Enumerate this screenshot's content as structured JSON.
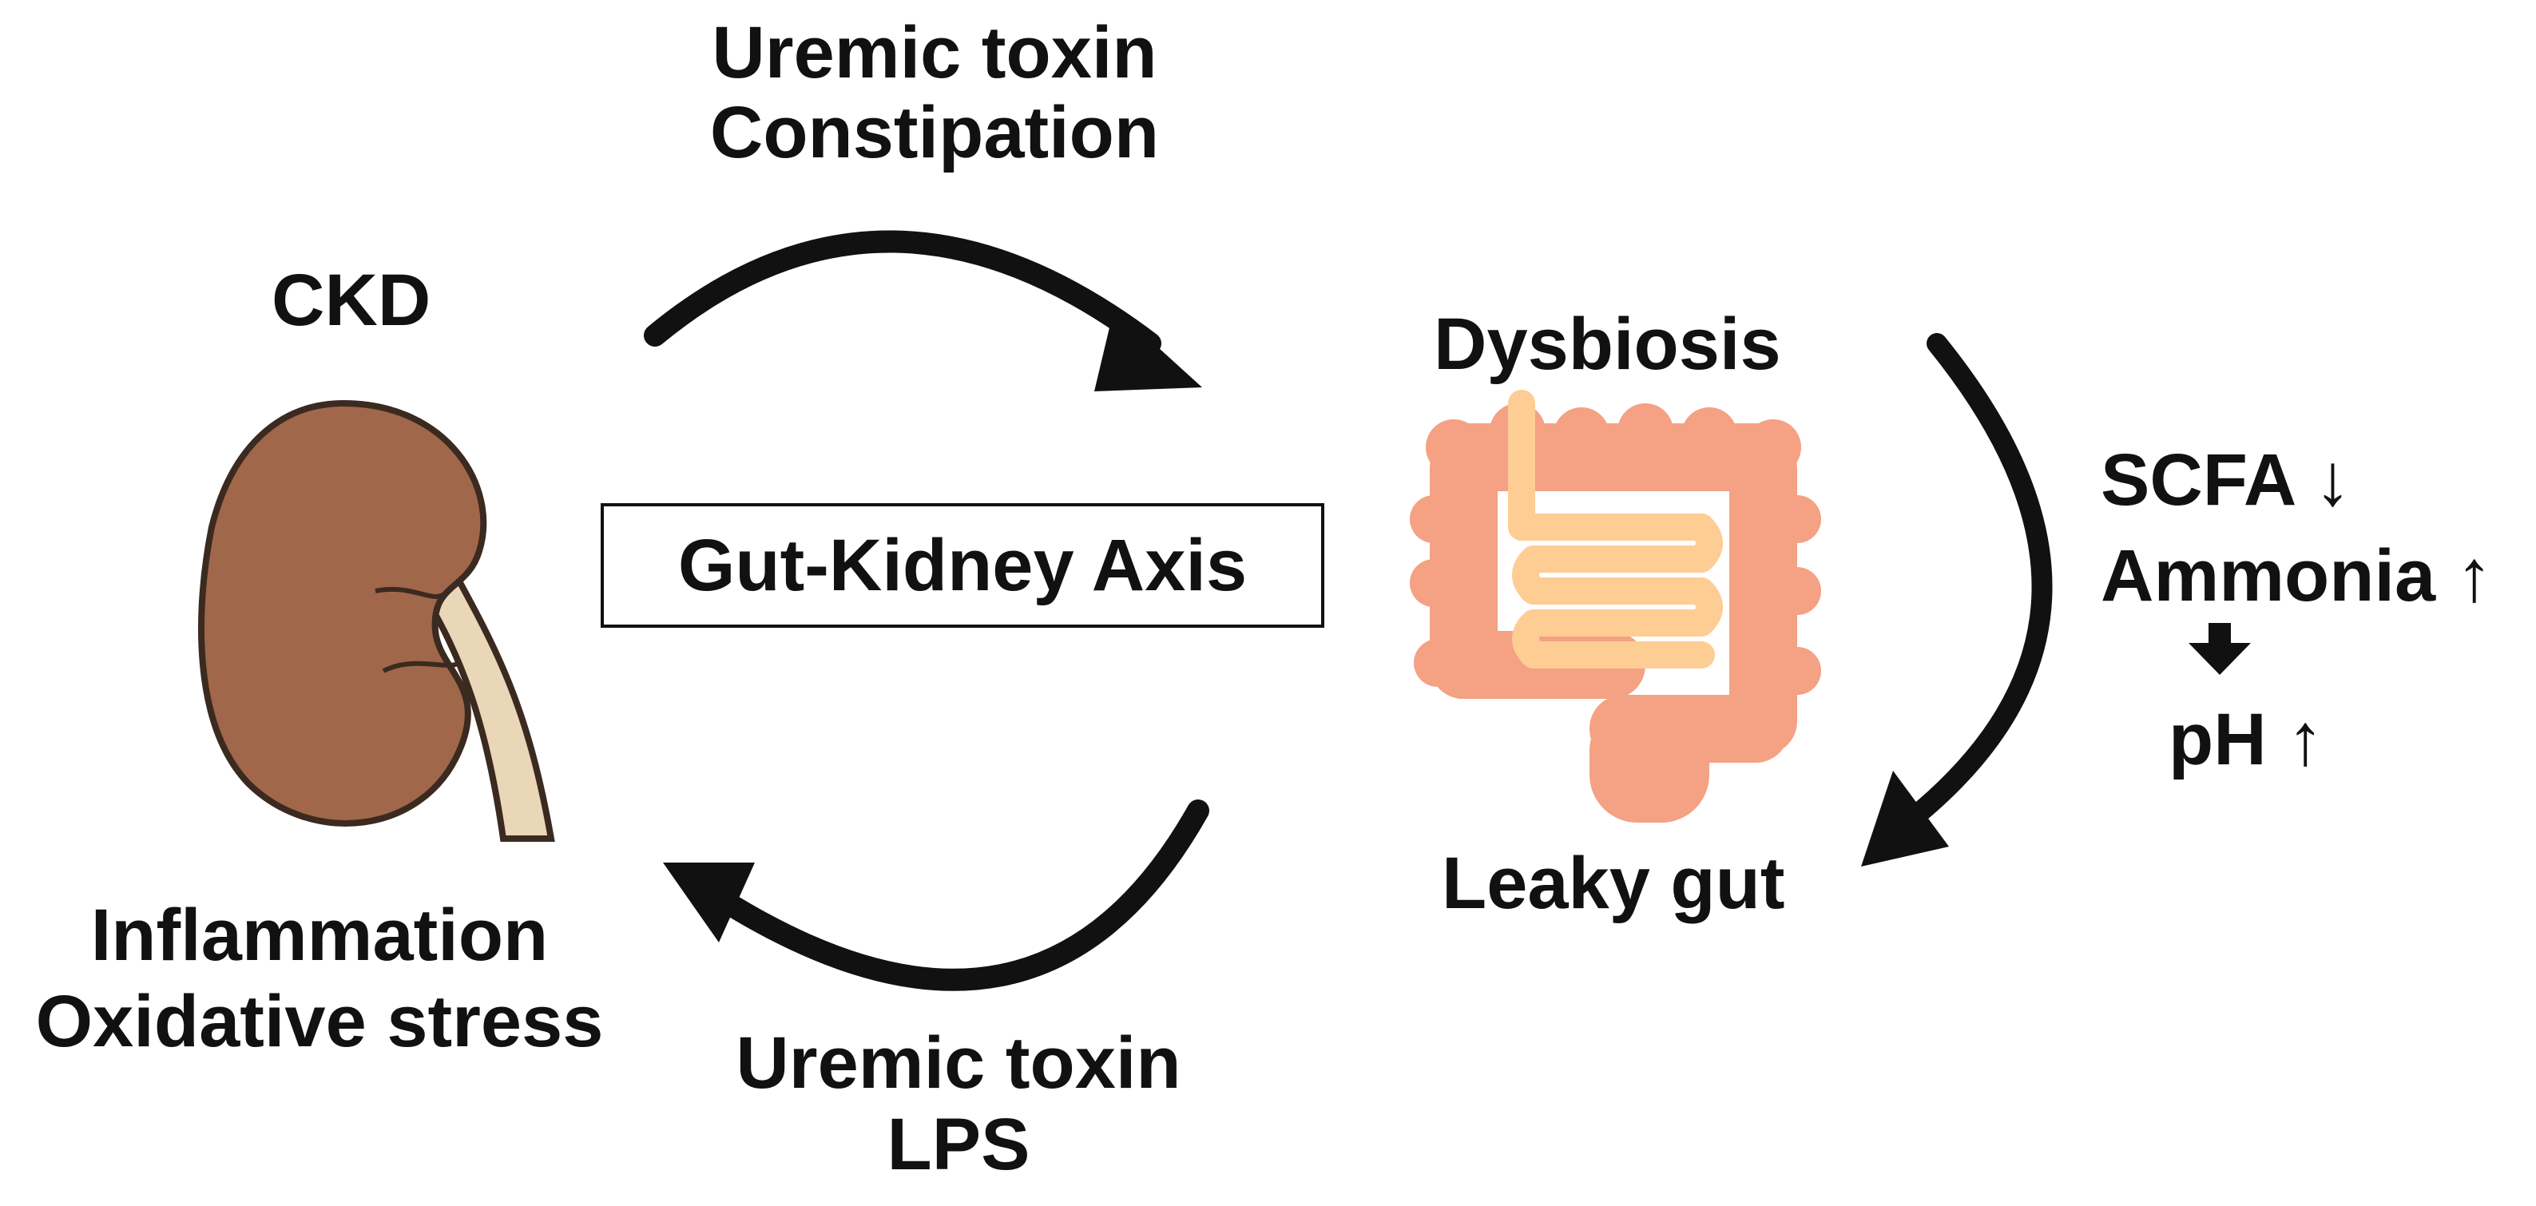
{
  "top_arrow_label": {
    "line1": "Uremic toxin",
    "line2": "Constipation"
  },
  "bottom_arrow_label": {
    "line1": "Uremic toxin",
    "line2": "LPS"
  },
  "ckd_label": "CKD",
  "ckd_effects": {
    "line1": "Inflammation",
    "line2": "Oxidative stress"
  },
  "center_box": "Gut-Kidney Axis",
  "dysbiosis_label": "Dysbiosis",
  "leaky_gut_label": "Leaky gut",
  "gut_changes": {
    "scfa": "SCFA ↓",
    "ammonia": "Ammonia ↑",
    "ph": "pH ↑"
  },
  "colors": {
    "kidney": "#a0674a",
    "ureter": "#ead7b8",
    "colon": "#f4a184",
    "small_intestine": "#fdcd94",
    "arrow": "#111111"
  },
  "icons": [
    "kidney-icon",
    "intestine-icon",
    "down-arrow-icon"
  ]
}
